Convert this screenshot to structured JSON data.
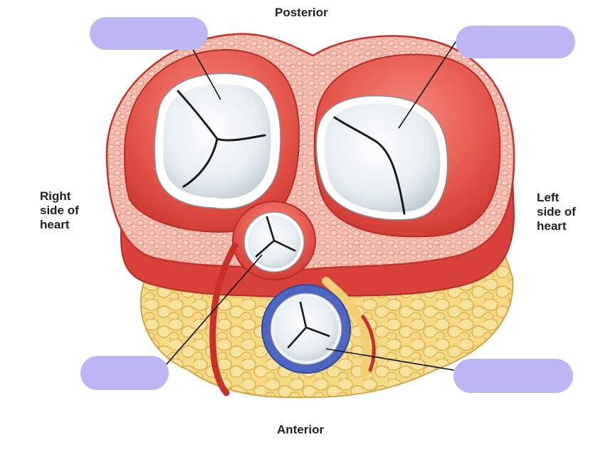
{
  "labels": {
    "posterior": "Posterior",
    "anterior": "Anterior",
    "right_side": "Right\nside of\nheart",
    "left_side": "Left\nside of\nheart"
  },
  "colors": {
    "muscle": "#e5564b",
    "muscle_dark": "#c8302a",
    "muscle_light": "#f39a8e",
    "fibrous": "#f2b4a5",
    "fat": "#f3d27a",
    "fat_dark": "#d9a846",
    "valve_ring": "#ffffff",
    "valve_leaflet": "#e8eef2",
    "aorta_ring": "#5a73c8",
    "blank_label": "#bcb6f5",
    "leader_line": "#111111"
  },
  "blank_labels": [
    "blank",
    "blank",
    "blank",
    "blank"
  ]
}
